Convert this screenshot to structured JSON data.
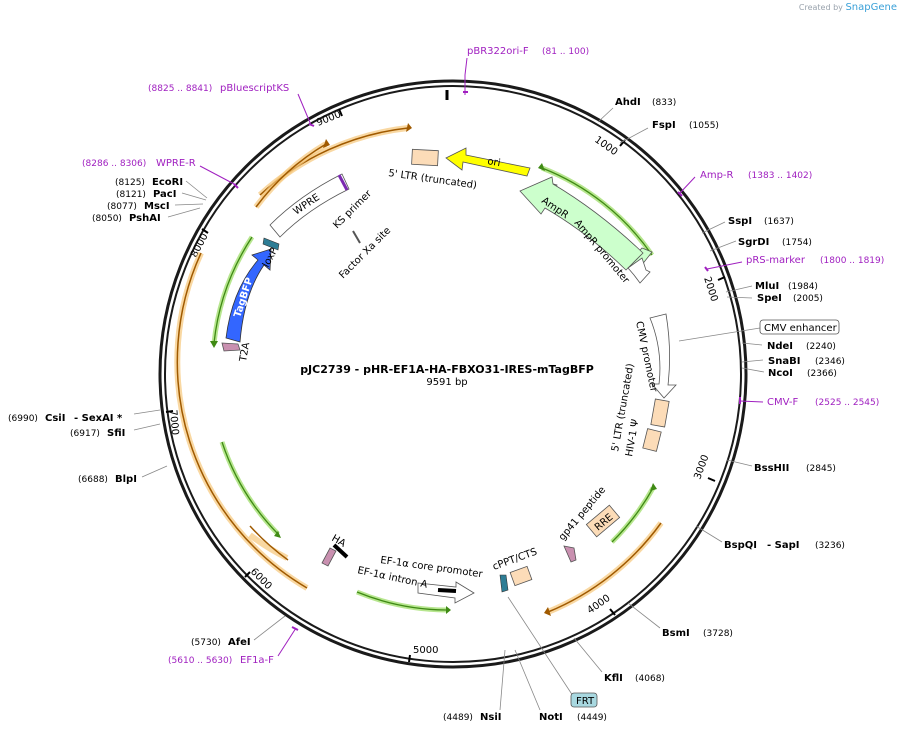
{
  "credit": {
    "prefix": "Created by",
    "brand": "SnapGene"
  },
  "plasmid": {
    "name": "pJC2739 - pHR-EF1A-HA-FBXO31-IRES-mTagBFP",
    "length": "9591 bp"
  },
  "ticks": [
    "1000",
    "2000",
    "3000",
    "4000",
    "5000",
    "6000",
    "7000",
    "8000",
    "9000"
  ],
  "sites": [
    {
      "name": "AhdI",
      "pos": "(833)"
    },
    {
      "name": "FspI",
      "pos": "(1055)"
    },
    {
      "name": "SspI",
      "pos": "(1637)"
    },
    {
      "name": "SgrDI",
      "pos": "(1754)"
    },
    {
      "name": "MluI",
      "pos": "(1984)"
    },
    {
      "name": "SpeI",
      "pos": "(2005)"
    },
    {
      "name": "NdeI",
      "pos": "(2240)"
    },
    {
      "name": "SnaBI",
      "pos": "(2346)"
    },
    {
      "name": "NcoI",
      "pos": "(2366)"
    },
    {
      "name": "BssHII",
      "pos": "(2845)"
    },
    {
      "name": "BspQI",
      "pos": "- SapI",
      "extra": "(3236)"
    },
    {
      "name": "BsmI",
      "pos": "(3728)"
    },
    {
      "name": "KflI",
      "pos": "(4068)"
    },
    {
      "name": "NotI",
      "pos": "(4449)"
    },
    {
      "name": "NsiI",
      "pos": "(4489)"
    },
    {
      "name": "AfeI",
      "pos": "(5730)"
    },
    {
      "name": "BlpI",
      "pos": "(6688)"
    },
    {
      "name": "SfiI",
      "pos": "(6917)"
    },
    {
      "name": "CsiI",
      "pos": "(6990)",
      "extra": "- SexAI *"
    },
    {
      "name": "PshAI",
      "pos": "(8050)"
    },
    {
      "name": "MscI",
      "pos": "(8077)"
    },
    {
      "name": "PacI",
      "pos": "(8121)"
    },
    {
      "name": "EcoRI",
      "pos": "(8125)"
    }
  ],
  "primers": [
    {
      "name": "pBR322ori-F",
      "pos": "(81 .. 100)"
    },
    {
      "name": "Amp-R",
      "pos": "(1383 .. 1402)"
    },
    {
      "name": "pRS-marker",
      "pos": "(1800 .. 1819)"
    },
    {
      "name": "CMV-F",
      "pos": "(2525 .. 2545)"
    },
    {
      "name": "EF1a-F",
      "pos": "(5610 .. 5630)"
    },
    {
      "name": "WPRE-R",
      "pos": "(8286 .. 8306)"
    },
    {
      "name": "pBluescriptKS",
      "pos": "(8825 .. 8841)"
    }
  ],
  "features": {
    "ori": "ori",
    "ltr5_top": "5' LTR (truncated)",
    "ampr": "AmpR",
    "ampr_promoter": "AmpR promoter",
    "cmv_enhancer": "CMV enhancer",
    "cmv_promoter": "CMV promoter",
    "ltr5_right": "5' LTR (truncated)",
    "hiv_psi": "HIV-1 Ψ",
    "rre": "RRE",
    "gp41": "gp41 peptide",
    "cppt": "cPPT/CTS",
    "frt": "FRT",
    "ef1a_core": "EF-1α core promoter",
    "ef1a_intron": "EF-1α intron A",
    "ha": "HA",
    "t2a": "T2A",
    "tagbfp": "TagBFP",
    "loxp": "loxP",
    "wpre": "WPRE",
    "ks_primer": "KS primer",
    "factor_xa": "Factor Xa site"
  },
  "colors": {
    "backbone": "#1a1a1a",
    "primer": "#a020c0",
    "orf_orange": "#f2a93b",
    "green_arc": "#6cbf3a",
    "ori_yellow": "#ffff00",
    "ampr_green": "#ccffcc",
    "tagbfp_blue": "#3366ff",
    "peach": "#fcdcb8",
    "frt_fill": "#a8d8e0"
  }
}
